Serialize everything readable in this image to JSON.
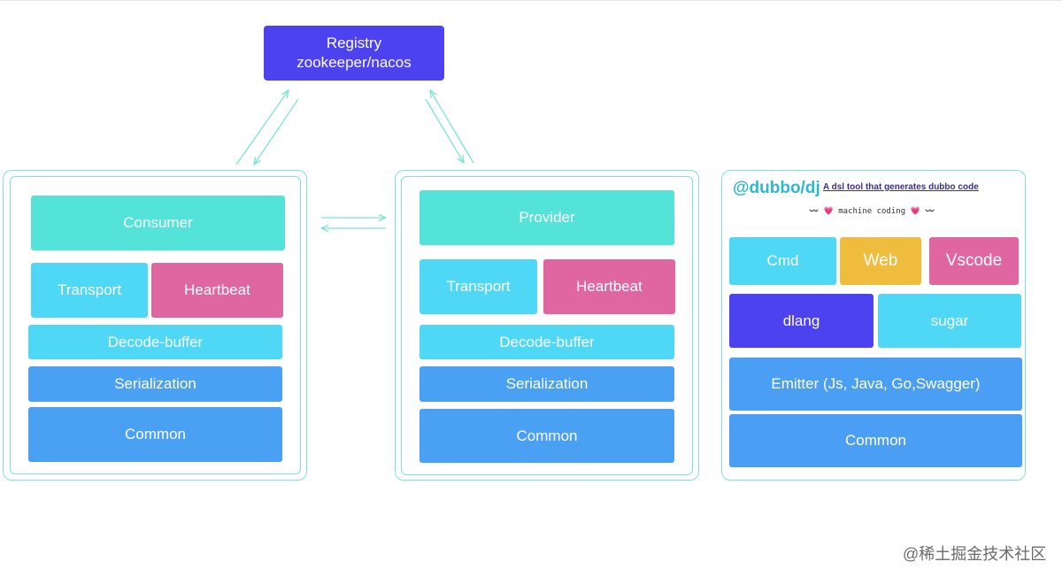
{
  "registry": {
    "line1": "Registry",
    "line2": "zookeeper/nacos"
  },
  "consumer_stack": {
    "top": "Consumer",
    "transport": "Transport",
    "heartbeat": "Heartbeat",
    "decode": "Decode-buffer",
    "serialization": "Serialization",
    "common": "Common"
  },
  "provider_stack": {
    "top": "Provider",
    "transport": "Transport",
    "heartbeat": "Heartbeat",
    "decode": "Decode-buffer",
    "serialization": "Serialization",
    "common": "Common"
  },
  "dj": {
    "title": "@dubbo/dj",
    "subtitle": "A dsl tool that generates dubbo code",
    "tagline": "〰️ 💗 machine coding 💗 〰️",
    "cmd": "Cmd",
    "web": "Web",
    "vscode": "Vscode",
    "dlang": "dlang",
    "sugar": "sugar",
    "emitter": "Emitter (Js, Java, Go,Swagger)",
    "common": "Common"
  },
  "watermark": "@稀土掘金技术社区",
  "colors": {
    "teal": "#54e3d8",
    "cyan": "#4fd8f5",
    "pink": "#e066a2",
    "blue": "#4aa0f3",
    "purple": "#4d42f0",
    "amber": "#f0bc3e",
    "arrow": "#7fe3d3"
  }
}
